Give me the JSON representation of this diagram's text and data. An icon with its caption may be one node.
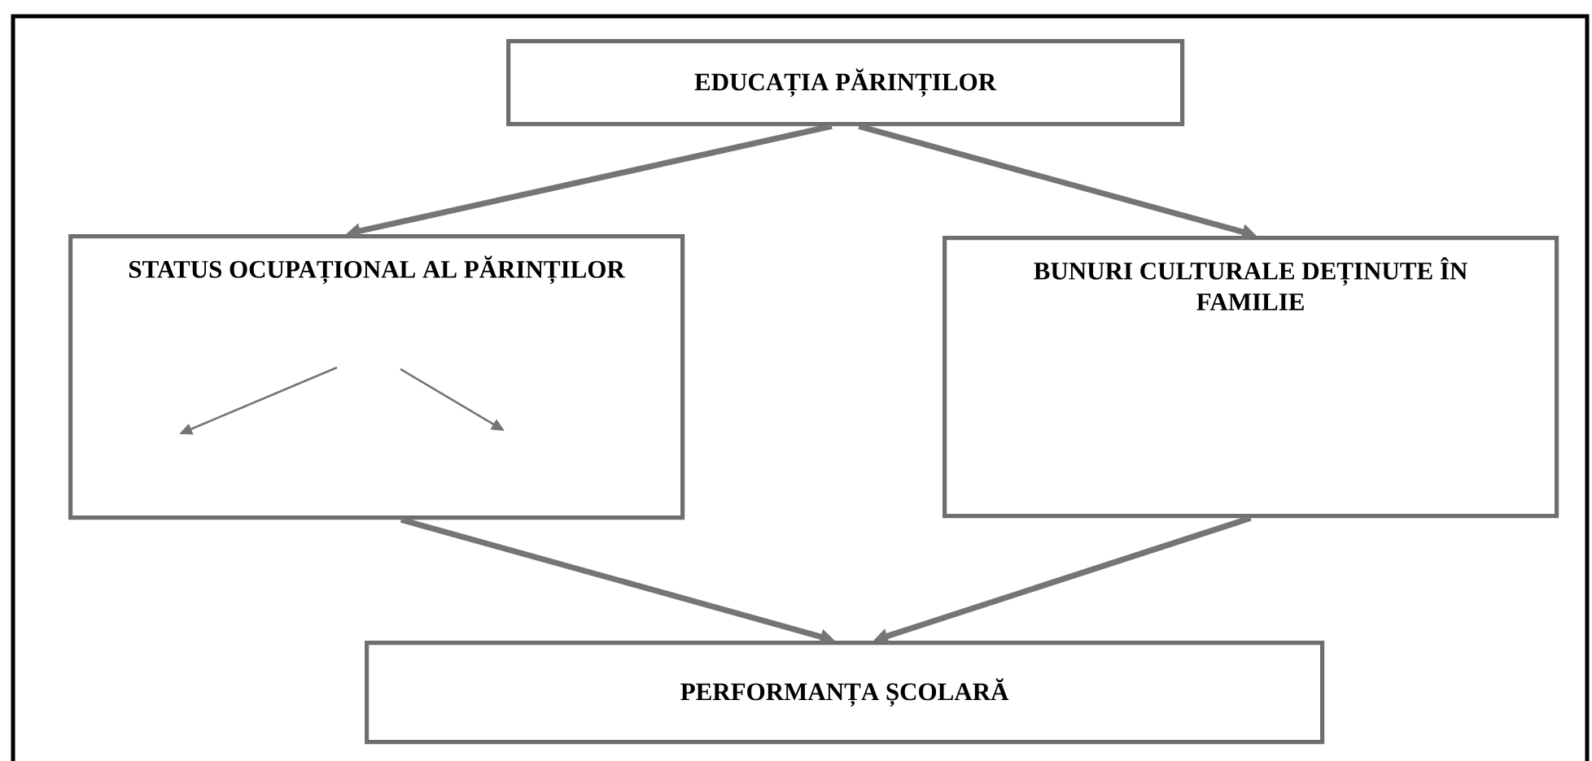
{
  "diagram": {
    "nodes": [
      {
        "text": [
          "EDUCAȚIA PĂRINȚILOR"
        ]
      },
      {
        "text": [
          "STATUS OCUPAȚIONAL AL PĂRINȚILOR"
        ]
      },
      {
        "text": [
          "BUNURI CULTURALE DEȚINUTE ÎN FAMILIE"
        ]
      },
      {
        "text": [
          "PERFORMANȚA ȘCOLARĂ"
        ]
      }
    ],
    "edges": [
      {
        "from": 0,
        "to": 1,
        "arrow": "to"
      },
      {
        "from": 0,
        "to": 2,
        "arrow": "to"
      },
      {
        "from": 1,
        "to": 3,
        "arrow": "to"
      },
      {
        "from": 2,
        "to": 3,
        "arrow": "to"
      }
    ]
  }
}
